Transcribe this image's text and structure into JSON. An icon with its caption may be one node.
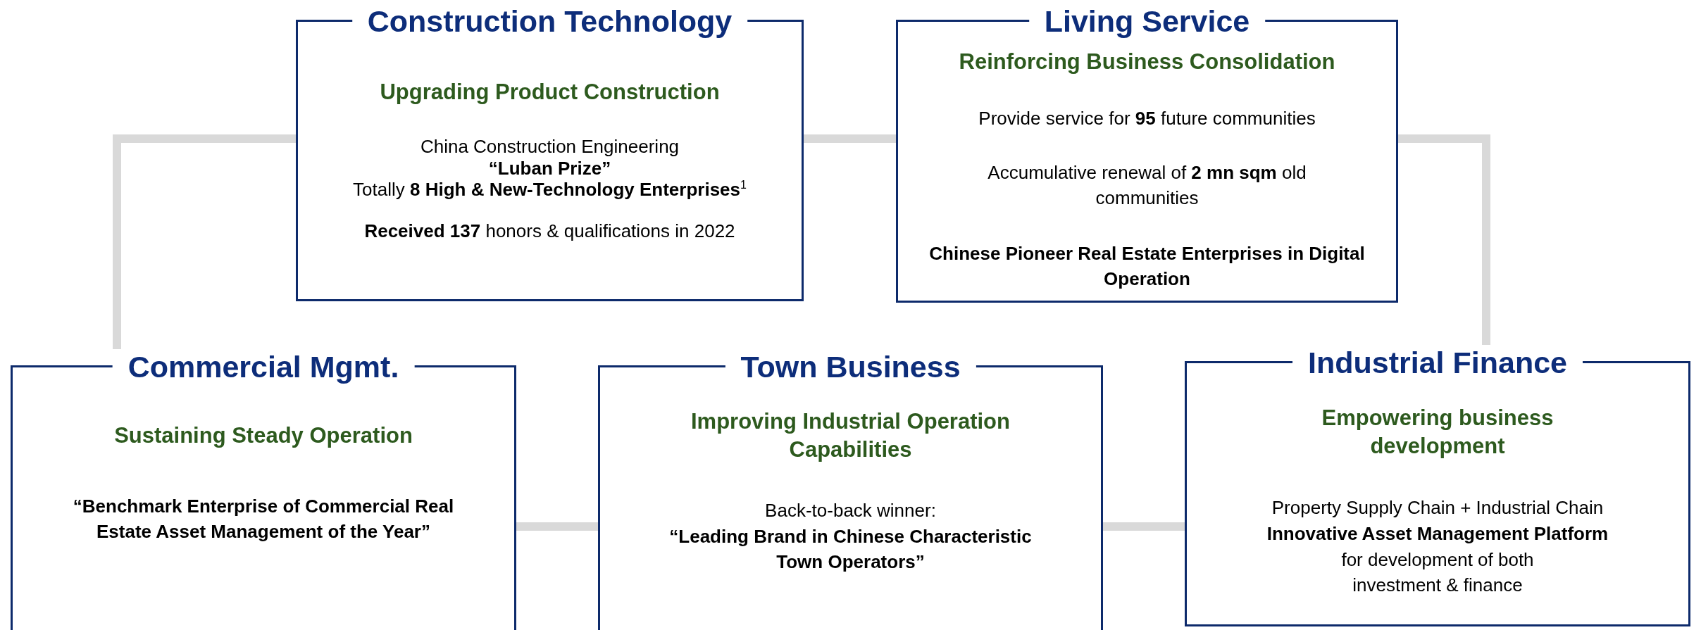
{
  "diagram": {
    "nodes": [
      {
        "text": [
          "Construction Technology",
          "Upgrading Product Construction",
          "China Construction Engineering",
          "**“Luban Prize”**",
          "Totally **8 High & New-Technology Enterprises**$^{1}$",
          "**Received 137** honors & qualifications in 2022"
        ]
      },
      {
        "text": [
          "Living Service",
          "Reinforcing Business Consolidation",
          "Provide service for **95** future communities",
          "Accumulative renewal of **2 mn sqm** old communities",
          "Chinese Pioneer Real Estate Enterprises in Digital Operation"
        ]
      },
      {
        "text": [
          "Commercial Mgmt.",
          "Sustaining Steady Operation",
          "“Benchmark Enterprise of Commercial Real Estate Asset Management of the Year”"
        ]
      },
      {
        "text": [
          "Town Business",
          "Improving Industrial Operation Capabilities",
          "Back-to-back winner:",
          "“Leading Brand in Chinese Characteristic Town Operators”"
        ]
      },
      {
        "text": [
          "Industrial Finance",
          "Empowering business development",
          "Property Supply Chain + Industrial Chain",
          "Innovative Asset Management Platform",
          "for development of both investment & finance"
        ]
      }
    ],
    "edges": [
      {
        "from": 2,
        "to": 0,
        "arrow": "none"
      },
      {
        "from": 0,
        "to": 1,
        "arrow": "none"
      },
      {
        "from": 1,
        "to": 4,
        "arrow": "none"
      },
      {
        "from": 2,
        "to": 3,
        "arrow": "none"
      },
      {
        "from": 3,
        "to": 4,
        "arrow": "none"
      }
    ]
  }
}
